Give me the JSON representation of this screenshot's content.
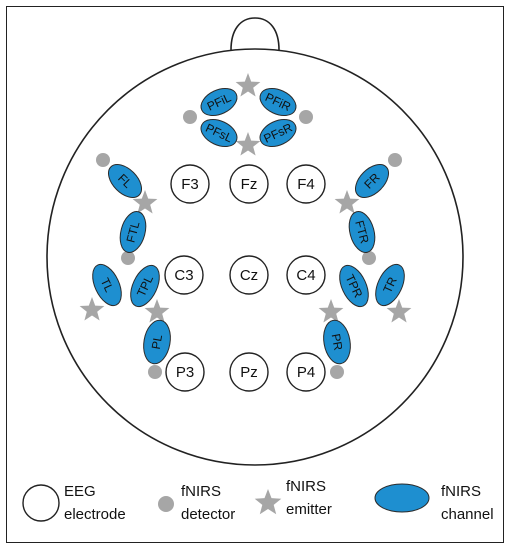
{
  "colors": {
    "channel_fill": "#1e8fd0",
    "channel_stroke": "#2b2b2b",
    "detector": "#a6a6a6",
    "emitter": "#a6a6a6",
    "outline": "#222222"
  },
  "electrodes": [
    {
      "label": "F3"
    },
    {
      "label": "Fz"
    },
    {
      "label": "F4"
    },
    {
      "label": "C3"
    },
    {
      "label": "Cz"
    },
    {
      "label": "C4"
    },
    {
      "label": "P3"
    },
    {
      "label": "Pz"
    },
    {
      "label": "P4"
    }
  ],
  "channels": [
    {
      "label": "PFiL"
    },
    {
      "label": "PFiR"
    },
    {
      "label": "PFsL"
    },
    {
      "label": "PFsR"
    },
    {
      "label": "FL"
    },
    {
      "label": "FTL"
    },
    {
      "label": "TL"
    },
    {
      "label": "TPL"
    },
    {
      "label": "PL"
    },
    {
      "label": "FR"
    },
    {
      "label": "FTR"
    },
    {
      "label": "TPR"
    },
    {
      "label": "TR"
    },
    {
      "label": "PR"
    }
  ],
  "legend": {
    "eeg": {
      "line1": "EEG",
      "line2": "electrode"
    },
    "detector": {
      "line1": "fNIRS",
      "line2": "detector"
    },
    "emitter": {
      "line1": "fNIRS",
      "line2": "emitter"
    },
    "channel": {
      "line1": "fNIRS",
      "line2": "channel"
    }
  }
}
